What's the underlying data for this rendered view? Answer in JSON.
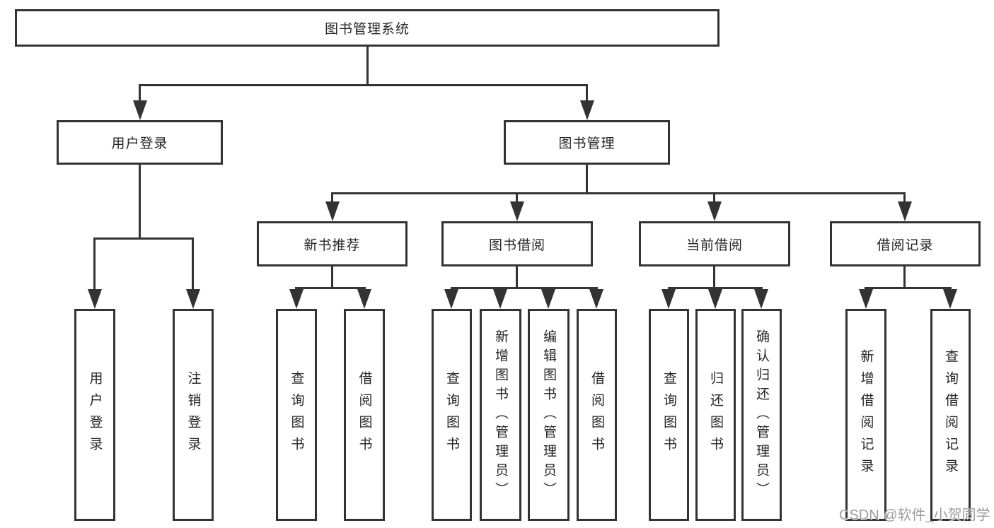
{
  "colors": {
    "line": "#333333",
    "text": "#262626",
    "background": "#ffffff",
    "watermark": "#9c9c9c"
  },
  "nodes": {
    "root": "图书管理系统",
    "user_login": "用户登录",
    "book_management": "图书管理",
    "new_book_recommend": "新书推荐",
    "book_borrow": "图书借阅",
    "current_borrow": "当前借阅",
    "borrow_records": "借阅记录",
    "ul_user_login": "用户登录",
    "ul_logout": "注销登录",
    "nbr_query_book": "查询图书",
    "nbr_borrow_book": "借阅图书",
    "bb_query_book": "查询图书",
    "bb_add_book": "新增图书（管理员）",
    "bb_edit_book": "编辑图书（管理员）",
    "bb_borrow_book": "借阅图书",
    "cb_query_book": "查询图书",
    "cb_return_book": "归还图书",
    "cb_confirm_return": "确认归还（管理员）",
    "br_add_record": "新增借阅记录",
    "br_query_record": "查询借阅记录"
  },
  "tree": {
    "label": "图书管理系统",
    "children": [
      {
        "label": "用户登录",
        "children": [
          {
            "label": "用户登录"
          },
          {
            "label": "注销登录"
          }
        ]
      },
      {
        "label": "图书管理",
        "children": [
          {
            "label": "新书推荐",
            "children": [
              {
                "label": "查询图书"
              },
              {
                "label": "借阅图书"
              }
            ]
          },
          {
            "label": "图书借阅",
            "children": [
              {
                "label": "查询图书"
              },
              {
                "label": "新增图书（管理员）"
              },
              {
                "label": "编辑图书（管理员）"
              },
              {
                "label": "借阅图书"
              }
            ]
          },
          {
            "label": "当前借阅",
            "children": [
              {
                "label": "查询图书"
              },
              {
                "label": "归还图书"
              },
              {
                "label": "确认归还（管理员）"
              }
            ]
          },
          {
            "label": "借阅记录",
            "children": [
              {
                "label": "新增借阅记录"
              },
              {
                "label": "查询借阅记录"
              }
            ]
          }
        ]
      }
    ]
  },
  "watermark": {
    "text": "CSDN @软件_小贺同学"
  }
}
